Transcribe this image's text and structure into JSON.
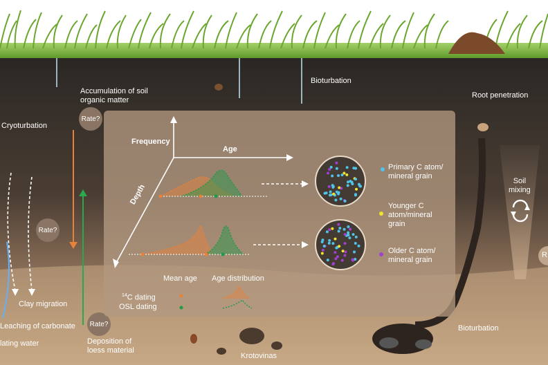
{
  "scene_labels": {
    "cryoturbation": "Cryoturbation",
    "accumulation": "Accumulation of soil\norganic matter",
    "bioturbation_top": "Bioturbation",
    "root_penetration": "Root penetration",
    "soil_mixing": "Soil\nmixing",
    "clay_migration": "Clay migration",
    "leaching": "Leaching of carbonate",
    "percolating_water": "lating water",
    "deposition": "Deposition of\nloess material",
    "krotovinas": "Krotovinas",
    "bioturbation_bottom": "Bioturbation",
    "right_edge": "R"
  },
  "rate_badges": [
    "Rate?",
    "Rate?",
    "Rate?"
  ],
  "panel": {
    "frequency": "Frequency",
    "age": "Age",
    "depth": "Depth",
    "mean_age": "Mean age",
    "age_distribution": "Age distribution",
    "c14_sup": "14",
    "c14_text": "C dating",
    "osl": "OSL dating",
    "legend": [
      {
        "label": "Primary C atom/\nmineral grain",
        "color": "#4fc3e8"
      },
      {
        "label": "Younger C\natom/mineral\ngrain",
        "color": "#f2e12e"
      },
      {
        "label": "Older C atom/\nmineral grain",
        "color": "#a040d0"
      }
    ]
  },
  "colors": {
    "c14": "#e8813a",
    "osl": "#1e9a4a",
    "sky": "#ffffff",
    "grass": "#6aa62e"
  }
}
